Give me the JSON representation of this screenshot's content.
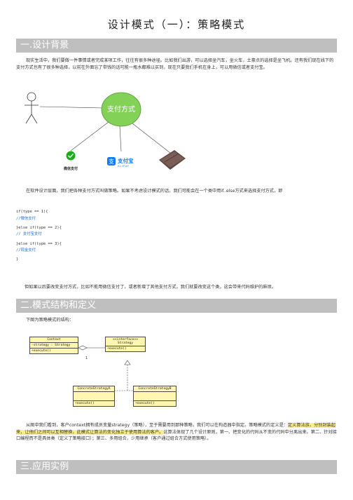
{
  "title": "设计模式（一）：策略模式",
  "section1": {
    "heading": "一.设计背景",
    "intro": "现实生活中，我们要做一件事情或者完成某项工作，往往有很多种途径。比如我们出游，可以选择坐汽车，坐火车，土豪点的选择是坐飞机。还有我们现在线下的支付方式也有了很多种选择，以前在外面忘了带钱的话可能一瓶水都难以买到，现在只要我们手机在身上，可以用微信或者支付宝。",
    "diagram": {
      "bubble_label": "支付方式",
      "wechat_label": "微信支付",
      "alipay_label": "支付宝",
      "alipay_sub": "ALIPAY"
    },
    "after_diagram": "在软件设计层面，我们把各种支付方式叫做策略。如果不考虑设计模式的话，我们可能会在一个类中用if..else方式来选择支付方式，即",
    "code": [
      {
        "text": "if(type == 1){",
        "comment": false
      },
      {
        "text": "    //微信支付",
        "comment": true
      },
      {
        "text": "",
        "comment": false
      },
      {
        "text": "}else if(type == 2){",
        "comment": false
      },
      {
        "text": "    // 支付宝支付",
        "comment": true
      },
      {
        "text": "",
        "comment": false
      },
      {
        "text": "}else if(type == 3){",
        "comment": false
      },
      {
        "text": "    //现金支付",
        "comment": true
      },
      {
        "text": "",
        "comment": false
      },
      {
        "text": "}",
        "comment": false
      }
    ],
    "outro": "但如果以后要改变支付方式，比如不能用微信支付了，或者新增了其他支付方式，我们就要改变这个类，这会带来代码维护的麻烦。"
  },
  "section2": {
    "heading": "二.模式结构和定义",
    "intro": "下图为策略模式的结构：",
    "uml": {
      "context_title": "Context",
      "context_attr": "-strategy : Strategy",
      "context_method": "+execute()",
      "strategy_stereotype": "<<interface>>",
      "strategy_title": "Strategy",
      "strategy_method": "+execute()",
      "multiplicity": "1",
      "concrete_a_title": "ConcreteStrategyA",
      "concrete_a_method": "+execute()",
      "concrete_b_title": "ConcreteStrategyB",
      "concrete_b_method": "+execute()"
    },
    "body_before": "从图中我们看到，客户context拥有成员变量strategy（策略），至于需要用到那种策略，我们可以在构造器中指定。策略模式的定义是：",
    "body_highlight": "定义算法族，分别封装起来，让他们之间可以互相替换，此模式让算法的变化独立于使用算法的客户。",
    "body_after": "这算法体现了几个设计原则，第一、把变化的代码从不变的代码中分离出来。第二、针对接口编程而不是具体类（定义了策略接口）；第三、多用组合，少用继承（客户通过组合方式使用策略）。"
  },
  "section3": {
    "heading": "三.应用实例"
  }
}
